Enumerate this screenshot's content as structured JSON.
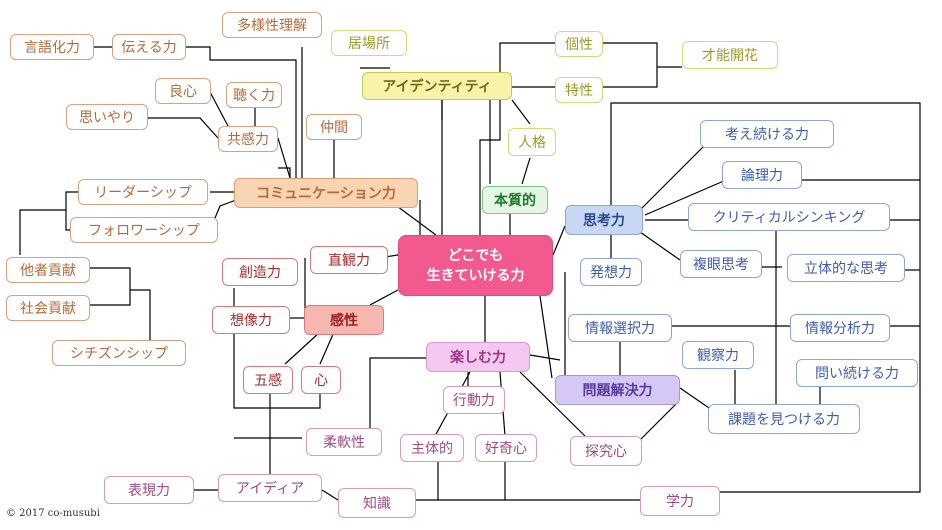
{
  "center": {
    "line1": "どこでも",
    "line2": "生きていける力"
  },
  "nodes": {
    "gengoka": "言語化力",
    "tsutaeru": "伝える力",
    "tayousei": "多様性理解",
    "ibasho": "居場所",
    "kosei": "個性",
    "saino": "才能開花",
    "identity": "アイデンティティ",
    "tokusei": "特性",
    "ryoushin": "良心",
    "kiku": "聴く力",
    "omoiyari": "思いやり",
    "kyoukan": "共感力",
    "nakama": "仲間",
    "jinkaku": "人格",
    "kangae": "考え続ける力",
    "ronri": "論理力",
    "leadership": "リーダーシップ",
    "communication": "コミュニケーション力",
    "honshitsu": "本質的",
    "shikou": "思考力",
    "critical": "クリティカルシンキング",
    "followership": "フォロワーシップ",
    "tasha": "他者貢献",
    "sozo": "創造力",
    "chokkan": "直観力",
    "fukugan": "複眼思考",
    "rittai": "立体的な思考",
    "hassou": "発想力",
    "shakai": "社会貢献",
    "souzou": "想像力",
    "kansei": "感性",
    "jouhou_sentaku": "情報選択力",
    "jouhou_bunseki": "情報分析力",
    "citizenship": "シチズンシップ",
    "tanoshimu": "楽しむ力",
    "kansatsu": "観察力",
    "gokan": "五感",
    "kokoro": "心",
    "mondai": "問題解決力",
    "toi": "問い続ける力",
    "koudou": "行動力",
    "kadai": "課題を見つける力",
    "juunan": "柔軟性",
    "shutai": "主体的",
    "kouki": "好奇心",
    "tankyu": "探究心",
    "hyougen": "表現力",
    "idea": "アイディア",
    "chishiki": "知識",
    "gakuryoku": "学力"
  },
  "colors": {
    "line": "#000000",
    "center": "#f25a8f"
  },
  "copyright": "© 2017 co-musubi"
}
